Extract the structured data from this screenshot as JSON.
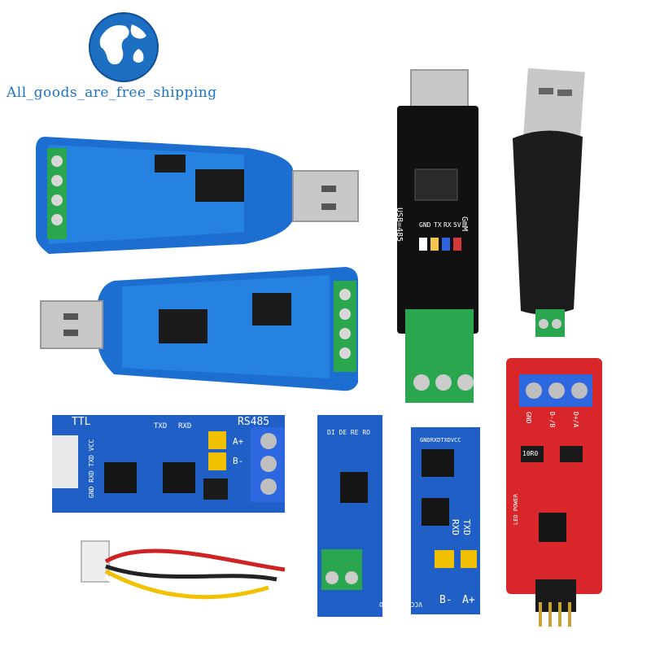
{
  "store": {
    "logo_caption": "All_goods_are_free_shipping"
  },
  "modules": {
    "usb485_black": {
      "silkscreen_side": "USB=485",
      "silkscreen_pins": [
        "GND",
        "TX",
        "RX",
        "5V"
      ],
      "silkscreen_mark": "GmM"
    },
    "ttl_rs485_blue": {
      "label_ttl": "TTL",
      "label_rs485": "RS485",
      "label_txd": "TXD",
      "label_rxd": "RXD",
      "label_pins": "GND RXD TXD VCC",
      "label_a": "A+",
      "label_b": "B-"
    },
    "max485_small": {
      "pins_top": "DI DE RE RO",
      "pins_bottom": "VCC B A GND"
    },
    "ttl_module_small": {
      "pins_top": "GNDRXDTXDVCC",
      "label_txd": "TXD",
      "label_rxd": "RXD",
      "label_b": "B-",
      "label_a": "A+"
    },
    "red_module": {
      "label_gnd": "GND",
      "label_db": "D-/B",
      "label_da": "D+/A",
      "label_res": "10R0",
      "label_power": "LED POWER"
    }
  }
}
